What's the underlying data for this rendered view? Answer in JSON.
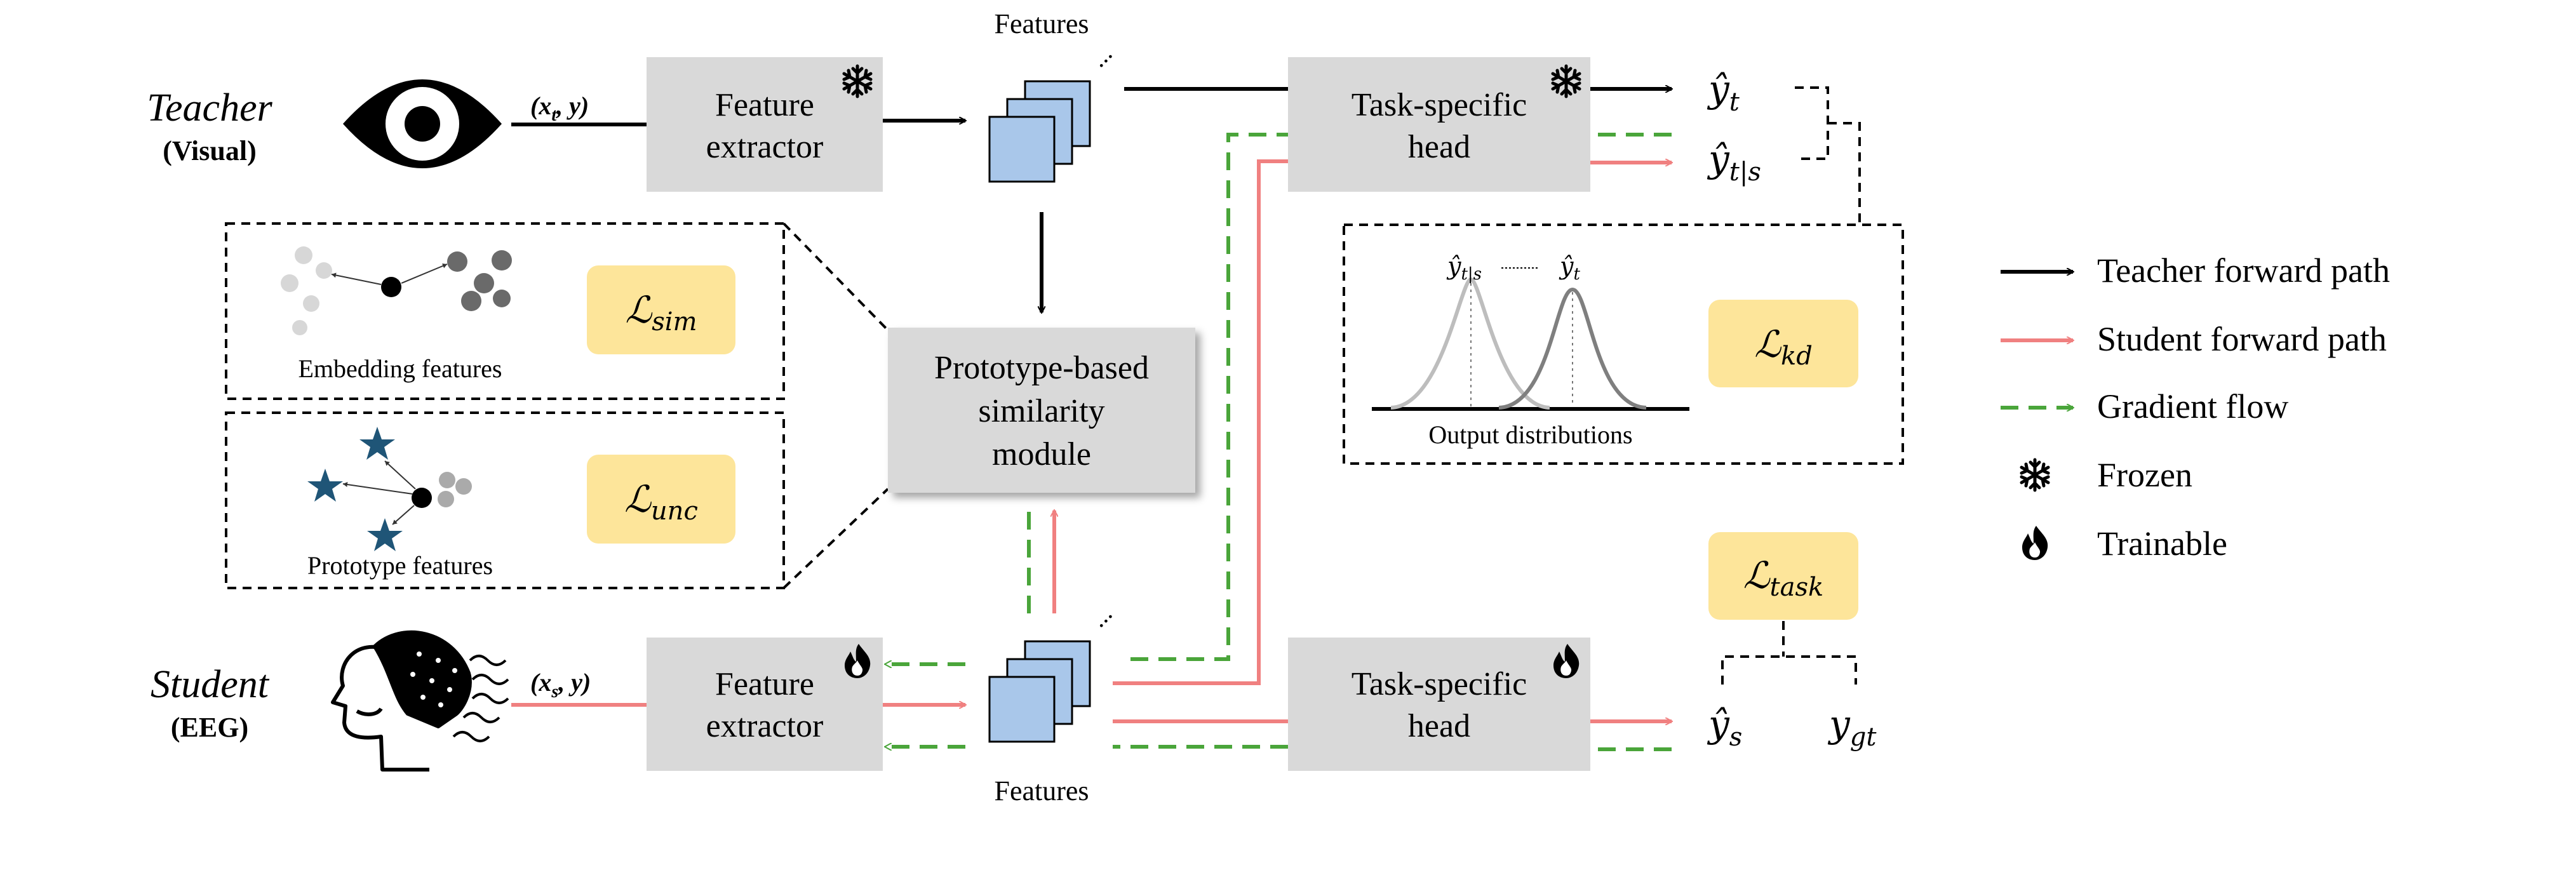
{
  "teacher": {
    "title": "Teacher",
    "subtitle": "(Visual)",
    "input": "(x",
    "input_sub": "t",
    "input_end": ", y)"
  },
  "student": {
    "title": "Student",
    "subtitle": "(EEG)",
    "input": "(x",
    "input_sub": "s",
    "input_end": ", y)"
  },
  "boxes": {
    "teacher_extractor": [
      "Feature",
      "extractor"
    ],
    "teacher_head": [
      "Task-specific",
      "head"
    ],
    "student_extractor": [
      "Feature",
      "extractor"
    ],
    "student_head": [
      "Task-specific",
      "head"
    ],
    "prototype_module": [
      "Prototype-based",
      "similarity",
      "module"
    ]
  },
  "labels": {
    "features_top": "Features",
    "features_bottom": "Features",
    "embedding_features": "Embedding features",
    "prototype_features": "Prototype features",
    "output_distributions": "Output distributions"
  },
  "losses": {
    "sim": {
      "main": "ℒ",
      "sub": "sim"
    },
    "unc": {
      "main": "ℒ",
      "sub": "unc"
    },
    "kd": {
      "main": "ℒ",
      "sub": "kd"
    },
    "task": {
      "main": "ℒ",
      "sub": "task"
    }
  },
  "outputs": {
    "y_t": {
      "main": "ŷ",
      "sub": "t"
    },
    "y_ts": {
      "main": "ŷ",
      "sub": "t|s"
    },
    "y_s": {
      "main": "ŷ",
      "sub": "s"
    },
    "y_gt": {
      "main": "y",
      "sub": "gt"
    },
    "dist_left": {
      "main": "ŷ",
      "sub": "t|s"
    },
    "dist_right": {
      "main": "ŷ",
      "sub": "t"
    }
  },
  "legend": [
    {
      "label": "Teacher forward path",
      "style": "black-arrow"
    },
    {
      "label": "Student forward path",
      "style": "red-arrow"
    },
    {
      "label": "Gradient flow",
      "style": "green-dashed-arrow"
    },
    {
      "label": "Frozen",
      "style": "snowflake-icon"
    },
    {
      "label": "Trainable",
      "style": "flame-icon"
    }
  ],
  "colors": {
    "box_gray": "#d9d9d9",
    "loss_yellow": "#fde59a",
    "feature_blue": "#a9c7ea",
    "student_red": "#f08080",
    "gradient_green": "#4aa53a",
    "star_blue": "#1f5577"
  }
}
